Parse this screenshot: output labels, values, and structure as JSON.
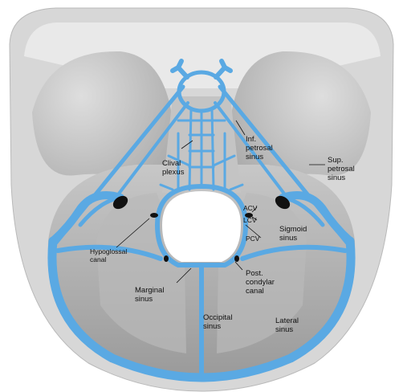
{
  "colors": {
    "sinus": "#5aa9e3",
    "sinus_outline": "#2f7fc0",
    "skull_outer": "#cfcfcf",
    "skull_fossa": "#b2b2b2",
    "foramen": "#ffffff",
    "canal": "#111111",
    "label_line": "#111111"
  },
  "labels": {
    "inf_petrosal": [
      "Inf.",
      "petrosal",
      "sinus"
    ],
    "sup_petrosal": [
      "Sup.",
      "petrosal",
      "sinus"
    ],
    "clival_plexus": [
      "Clival",
      "plexus"
    ],
    "acv": "ACV",
    "lcv": "LCV",
    "pcv": "PCV",
    "sigmoid": [
      "Sigmoid",
      "sinus"
    ],
    "hypoglossal": [
      "Hypoglossal",
      "canal"
    ],
    "post_condylar": [
      "Post.",
      "condylar",
      "canal"
    ],
    "marginal": [
      "Marginal",
      "sinus"
    ],
    "occipital": [
      "Occipital",
      "sinus"
    ],
    "lateral": [
      "Lateral",
      "sinus"
    ]
  }
}
